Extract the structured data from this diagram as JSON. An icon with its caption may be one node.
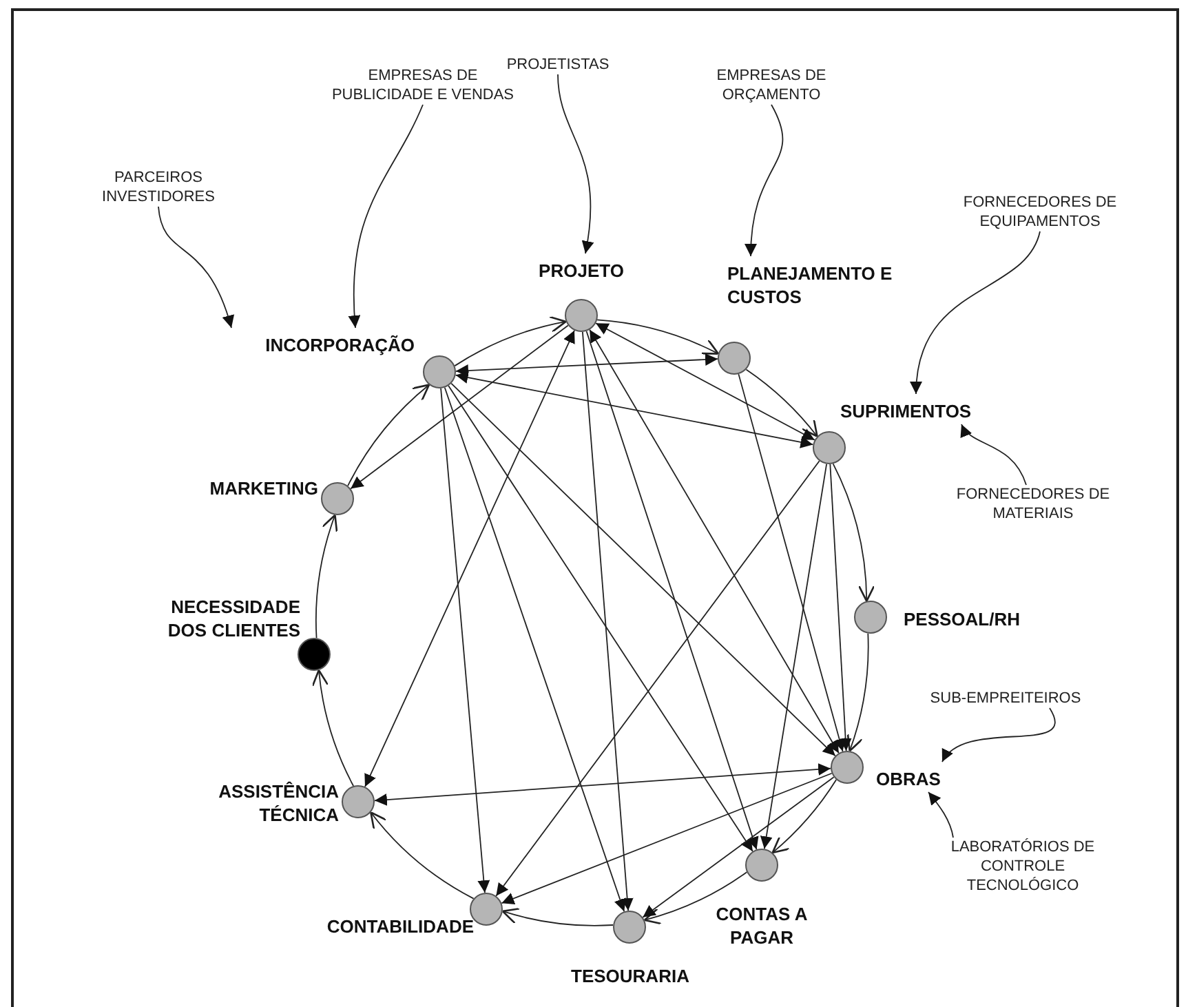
{
  "diagram": {
    "nodes": [
      {
        "text": [
          "PROJETISTAS"
        ]
      },
      {
        "text": [
          "EMPRESAS DE PUBLICIDADE E VENDAS"
        ]
      },
      {
        "text": [
          "EMPRESAS DE ORÇAMENTO"
        ]
      },
      {
        "text": [
          "PARCEIROS INVESTIDORES"
        ]
      },
      {
        "text": [
          "FORNECEDORES DE EQUIPAMENTOS"
        ]
      },
      {
        "text": [
          "PROJETO"
        ]
      },
      {
        "text": [
          "PLANEJAMENTO E CUSTOS"
        ]
      },
      {
        "text": [
          "INCORPORAÇÃO"
        ]
      },
      {
        "text": [
          "SUPRIMENTOS"
        ]
      },
      {
        "text": [
          "MARKETING"
        ]
      },
      {
        "text": [
          "FORNECEDORES DE MATERIAIS"
        ]
      },
      {
        "text": [
          "PESSOAL/RH"
        ]
      },
      {
        "text": [
          "NECESSIDADE DOS CLIENTES"
        ]
      },
      {
        "text": [
          "SUB-EMPREITEIROS"
        ]
      },
      {
        "text": [
          "OBRAS"
        ]
      },
      {
        "text": [
          "ASSISTÊNCIA TÉCNICA"
        ]
      },
      {
        "text": [
          "LABORATÓRIOS DE CONTROLE TECNOLÓGICO"
        ]
      },
      {
        "text": [
          "CONTAS A PAGAR"
        ]
      },
      {
        "text": [
          "CONTABILIDADE"
        ]
      },
      {
        "text": [
          "TESOURARIA"
        ]
      }
    ],
    "edges": [
      {
        "from": 12,
        "to": 9,
        "arrow": "to"
      },
      {
        "from": 9,
        "to": 7,
        "arrow": "to"
      },
      {
        "from": 7,
        "to": 5,
        "arrow": "to"
      },
      {
        "from": 5,
        "to": 6,
        "arrow": "to"
      },
      {
        "from": 6,
        "to": 8,
        "arrow": "to"
      },
      {
        "from": 8,
        "to": 11,
        "arrow": "to"
      },
      {
        "from": 11,
        "to": 14,
        "arrow": "to"
      },
      {
        "from": 14,
        "to": 17,
        "arrow": "to"
      },
      {
        "from": 17,
        "to": 19,
        "arrow": "to"
      },
      {
        "from": 19,
        "to": 18,
        "arrow": "to"
      },
      {
        "from": 18,
        "to": 15,
        "arrow": "to"
      },
      {
        "from": 15,
        "to": 12,
        "arrow": "to"
      },
      {
        "from": 7,
        "to": 6,
        "arrow": "both"
      },
      {
        "from": 7,
        "to": 8,
        "arrow": "both"
      },
      {
        "from": 5,
        "to": 9,
        "arrow": "to"
      },
      {
        "from": 5,
        "to": 15,
        "arrow": "both"
      },
      {
        "from": 5,
        "to": 8,
        "arrow": "both"
      },
      {
        "from": 7,
        "to": 18,
        "arrow": "to"
      },
      {
        "from": 7,
        "to": 19,
        "arrow": "to"
      },
      {
        "from": 7,
        "to": 17,
        "arrow": "to"
      },
      {
        "from": 7,
        "to": 14,
        "arrow": "to"
      },
      {
        "from": 5,
        "to": 19,
        "arrow": "to"
      },
      {
        "from": 5,
        "to": 17,
        "arrow": "to"
      },
      {
        "from": 5,
        "to": 14,
        "arrow": "both"
      },
      {
        "from": 6,
        "to": 14,
        "arrow": "to"
      },
      {
        "from": 8,
        "to": 17,
        "arrow": "to"
      },
      {
        "from": 8,
        "to": 14,
        "arrow": "to"
      },
      {
        "from": 8,
        "to": 18,
        "arrow": "to"
      },
      {
        "from": 14,
        "to": 15,
        "arrow": "both"
      },
      {
        "from": 14,
        "to": 19,
        "arrow": "to"
      },
      {
        "from": 14,
        "to": 18,
        "arrow": "to"
      },
      {
        "from": 0,
        "to": 5,
        "arrow": "to"
      },
      {
        "from": 1,
        "to": 7,
        "arrow": "to"
      },
      {
        "from": 2,
        "to": 6,
        "arrow": "to"
      },
      {
        "from": 3,
        "to": 7,
        "arrow": "to"
      },
      {
        "from": 4,
        "to": 8,
        "arrow": "to"
      },
      {
        "from": 10,
        "to": 8,
        "arrow": "to"
      },
      {
        "from": 13,
        "to": 14,
        "arrow": "to"
      },
      {
        "from": 16,
        "to": 14,
        "arrow": "to"
      }
    ]
  }
}
